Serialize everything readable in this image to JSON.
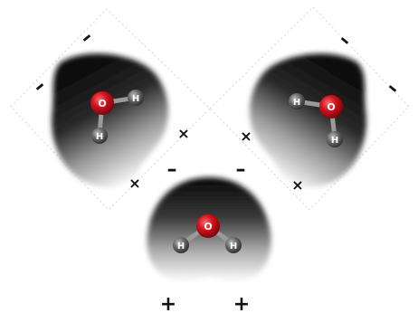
{
  "molecules": [
    {
      "id": "left",
      "oxygen_label": "O",
      "hydrogen_labels": [
        "H",
        "H"
      ],
      "signs": [
        "–",
        "–",
        "×",
        "×"
      ]
    },
    {
      "id": "right",
      "oxygen_label": "O",
      "hydrogen_labels": [
        "H",
        "H"
      ],
      "signs": [
        "–",
        "–",
        "×",
        "×"
      ]
    },
    {
      "id": "bottom",
      "oxygen_label": "O",
      "hydrogen_labels": [
        "H",
        "H"
      ],
      "signs": [
        "–",
        "–",
        "+",
        "+"
      ]
    }
  ],
  "colors": {
    "oxygen": "#c8101c",
    "hydrogen": "#5a5a5a",
    "negative_region": "#151515",
    "positive_region": "#ffffff",
    "lattice_line": "#d0d0d0"
  }
}
